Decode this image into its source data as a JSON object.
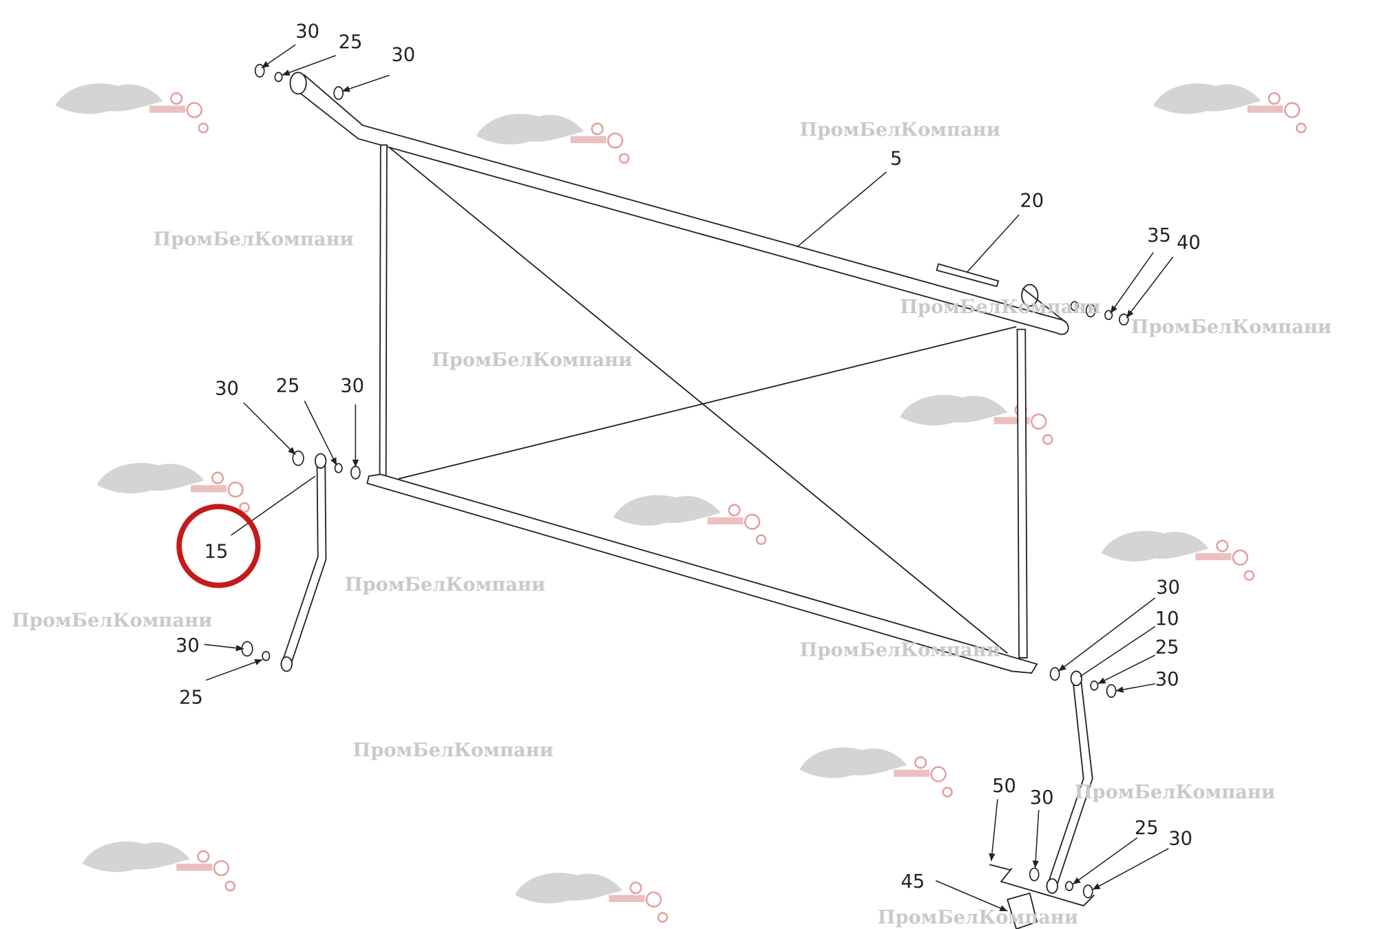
{
  "title": "Parts diagram - frame assembly",
  "highlight_color": "#c41a1a",
  "highlighted_part": "15",
  "watermark_text": "ПромБелКомпани",
  "labels": {
    "top_30a": "30",
    "top_25": "25",
    "top_30b": "30",
    "p5": "5",
    "p20": "20",
    "p35": "35",
    "p40": "40",
    "l_30a": "30",
    "l_25": "25",
    "l_30b": "30",
    "p15": "15",
    "ll_30": "30",
    "ll_25": "25",
    "r_30a": "30",
    "r_10": "10",
    "r_25": "25",
    "r_30b": "30",
    "b_50": "50",
    "b_30a": "30",
    "b_25": "25",
    "b_30b": "30",
    "b_45": "45"
  }
}
